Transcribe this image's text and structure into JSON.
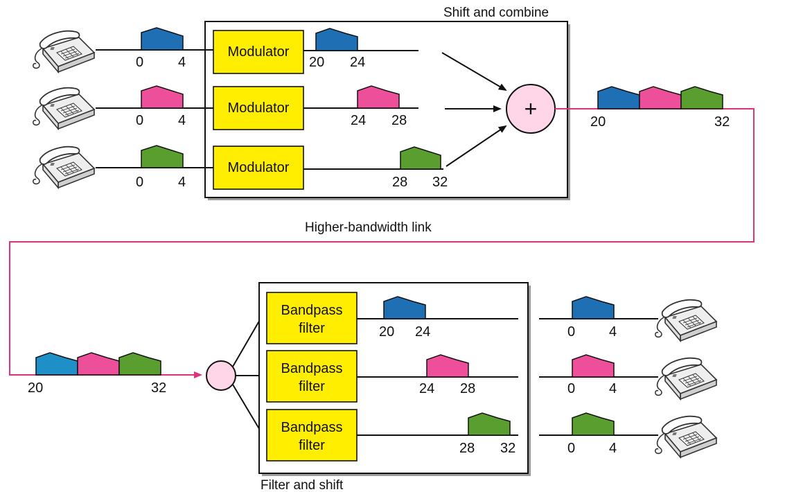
{
  "top_section": {
    "title": "Shift and combine",
    "box_label": "Modulator",
    "channels": [
      {
        "color": "#1f6fb4",
        "in_range": [
          "0",
          "4"
        ],
        "out_range": [
          "20",
          "24"
        ]
      },
      {
        "color": "#ee4f9b",
        "in_range": [
          "0",
          "4"
        ],
        "out_range": [
          "24",
          "28"
        ]
      },
      {
        "color": "#5a9e2f",
        "in_range": [
          "0",
          "4"
        ],
        "out_range": [
          "28",
          "32"
        ]
      }
    ],
    "combiner_symbol": "+",
    "combined_range": [
      "20",
      "32"
    ]
  },
  "link": {
    "label": "Higher-bandwidth link",
    "color": "#e0317a"
  },
  "bottom_section": {
    "title": "Filter and shift",
    "box_label_line1": "Bandpass",
    "box_label_line2": "filter",
    "input_range": [
      "20",
      "32"
    ],
    "channels": [
      {
        "color": "#1f6fb4",
        "filtered_range": [
          "20",
          "24"
        ],
        "shifted_range": [
          "0",
          "4"
        ]
      },
      {
        "color": "#ee4f9b",
        "filtered_range": [
          "24",
          "28"
        ],
        "shifted_range": [
          "0",
          "4"
        ]
      },
      {
        "color": "#5a9e2f",
        "filtered_range": [
          "28",
          "32"
        ],
        "shifted_range": [
          "0",
          "4"
        ]
      }
    ]
  },
  "colors": {
    "box_fill": "#ffee00",
    "node_fill": "#ffd6e8",
    "line": "#111111"
  },
  "icons": {
    "source": "telephone-icon",
    "destination": "telephone-icon"
  }
}
